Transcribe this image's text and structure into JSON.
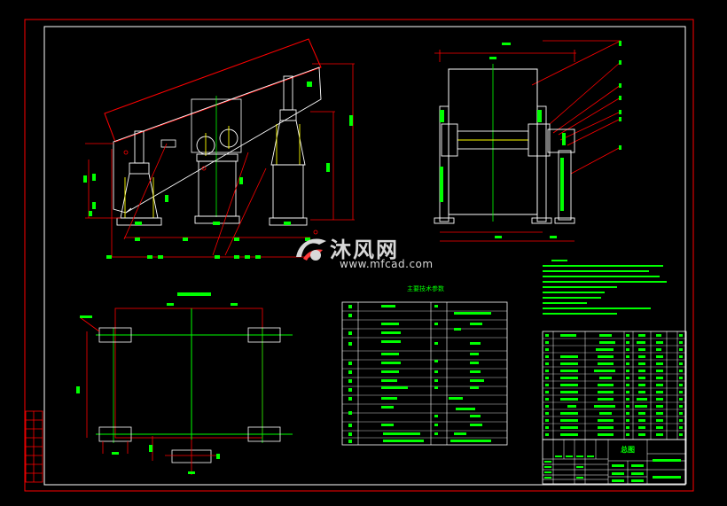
{
  "watermark": {
    "brand_cn": "沐风网",
    "url": "www.mfcad.com",
    "logo": "mfcad-logo-icon"
  },
  "parts_table": {
    "title": "主要技术参数"
  },
  "title_block": {
    "drawing_name": "总图"
  },
  "colors": {
    "background": "#000000",
    "frame": "#ff0000",
    "line": "#ffffff",
    "dimension": "#ff0000",
    "text": "#00ff00",
    "hidden": "#ffff00"
  }
}
